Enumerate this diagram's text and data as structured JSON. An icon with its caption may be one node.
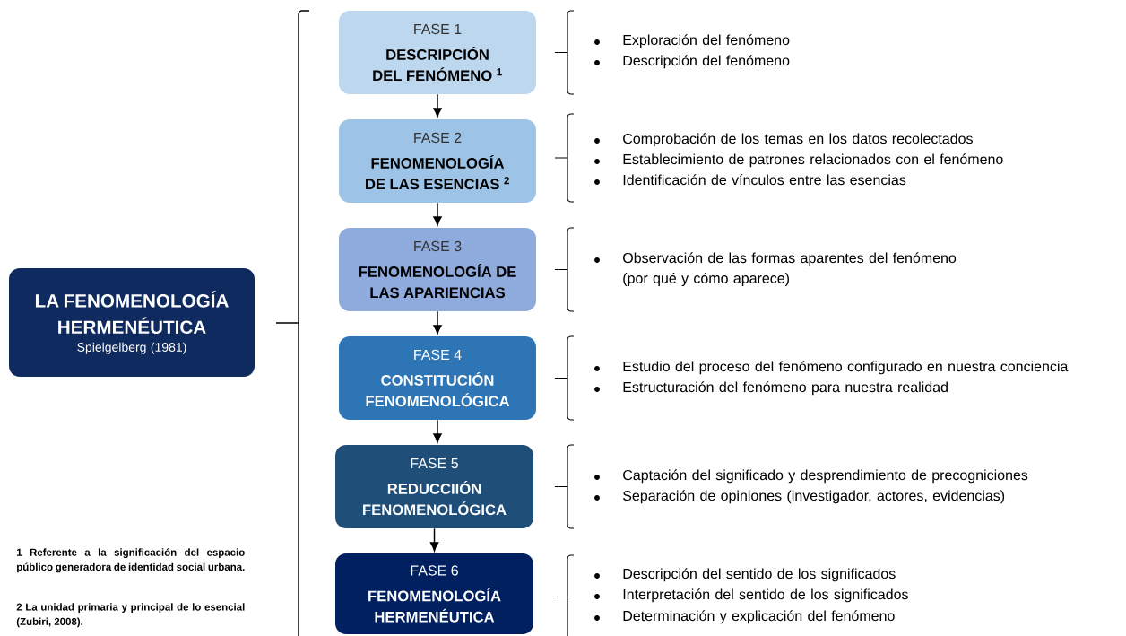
{
  "diagram": {
    "nodes": [
      {
        "text": [
          "LA FENOMENOLOGÍA HERMENÉUTICA",
          "Spielgelberg (1981)"
        ]
      },
      {
        "text": [
          "FASE 1",
          "DESCRIPCIÓN DEL FENÓMENO $^{1}$"
        ]
      },
      {
        "text": [
          "FASE 2",
          "FENOMENOLOGÍA DE LAS ESENCIAS $^{2}$"
        ]
      },
      {
        "text": [
          "FASE 3",
          "FENOMENOLOGÍA DE LAS APARIENCIAS"
        ]
      },
      {
        "text": [
          "FASE 4",
          "CONSTITUCIÓN FENOMENOLÓGICA"
        ]
      },
      {
        "text": [
          "FASE 5",
          "REDUCCIIÓN FENOMENOLÓGICA"
        ]
      },
      {
        "text": [
          "FASE 6",
          "FENOMENOLOGÍA HERMENÉUTICA"
        ]
      }
    ],
    "edges": [
      {
        "from": 1,
        "to": 2,
        "arrow": "to"
      },
      {
        "from": 2,
        "to": 3,
        "arrow": "to"
      },
      {
        "from": 3,
        "to": 4,
        "arrow": "to"
      },
      {
        "from": 4,
        "to": 5,
        "arrow": "to"
      },
      {
        "from": 5,
        "to": 6,
        "arrow": "to"
      }
    ],
    "labels": [
      "Exploración del fenómeno",
      "Descripción del fenómeno",
      "Comprobación de los temas en los datos recolectados",
      "Establecimiento de patrones relacionados con el fenómeno",
      "Identificación de vínculos entre las esencias",
      "Observación de las formas aparentes del fenómeno (por qué y cómo aparece)",
      "Estudio del proceso del fenómeno configurado en nuestra conciencia",
      "Estructuración del fenómeno para nuestra realidad",
      "Captación del significado y desprendimiento de precogniciones",
      "Separación de opiniones (investigador, actores, evidencias)",
      "Descripción del sentido de los significados",
      "Interpretación del sentido de los significados",
      "Determinación y explicación del fenómeno",
      "1 Referente a la significación del espacio público generadora de identidad social urbana.",
      "2 La unidad primaria y principal de lo esencial (Zubiri, 2008)."
    ]
  }
}
